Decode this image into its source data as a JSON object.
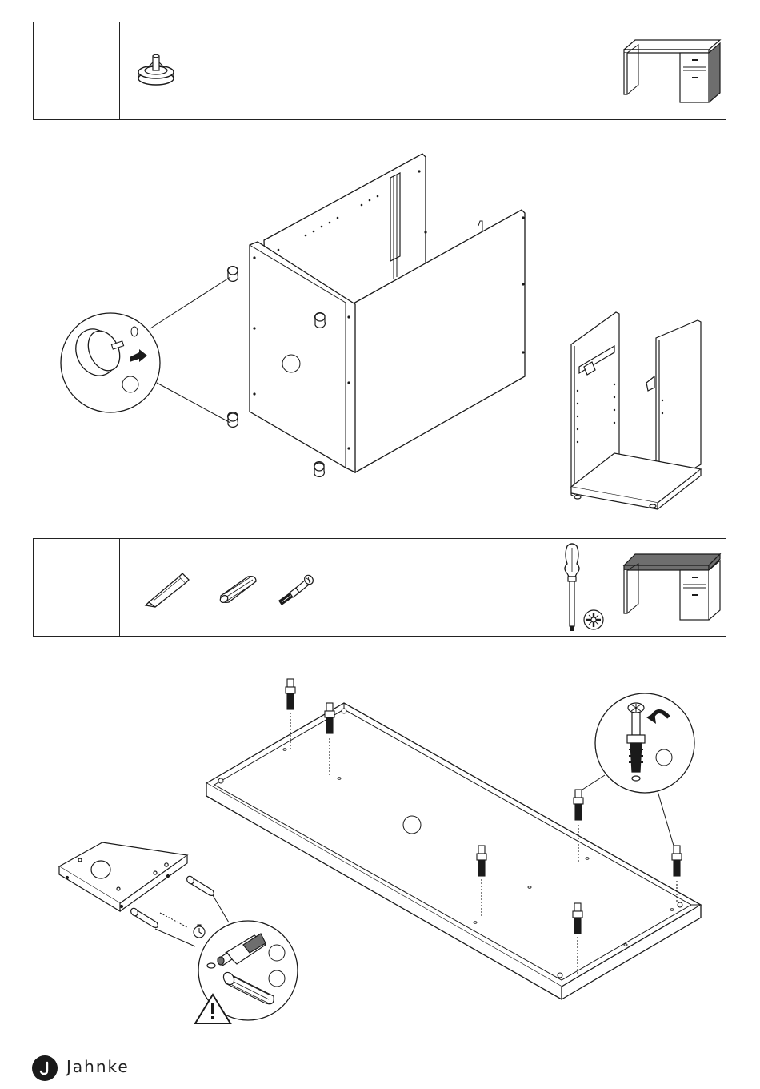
{
  "brand": {
    "name": "Jahnke",
    "wordmark": "Jahnke",
    "logo_icon": "j-circle-logo-icon"
  },
  "steps": [
    {
      "id": "step-1",
      "number": "",
      "parts": [
        "glide-foot-icon"
      ],
      "preview": "desk-preview-icon"
    },
    {
      "id": "step-2",
      "number": "",
      "parts": [
        "wood-dowel-icon",
        "fluted-dowel-icon",
        "cam-bolt-icon"
      ],
      "tools": [
        "screwdriver-icon",
        "pozidriv-bit-icon"
      ],
      "preview": "desk-top-preview-icon"
    }
  ],
  "colors": {
    "line": "#1a1a1a",
    "highlight": "#6e6e6e",
    "paper": "#ffffff"
  }
}
